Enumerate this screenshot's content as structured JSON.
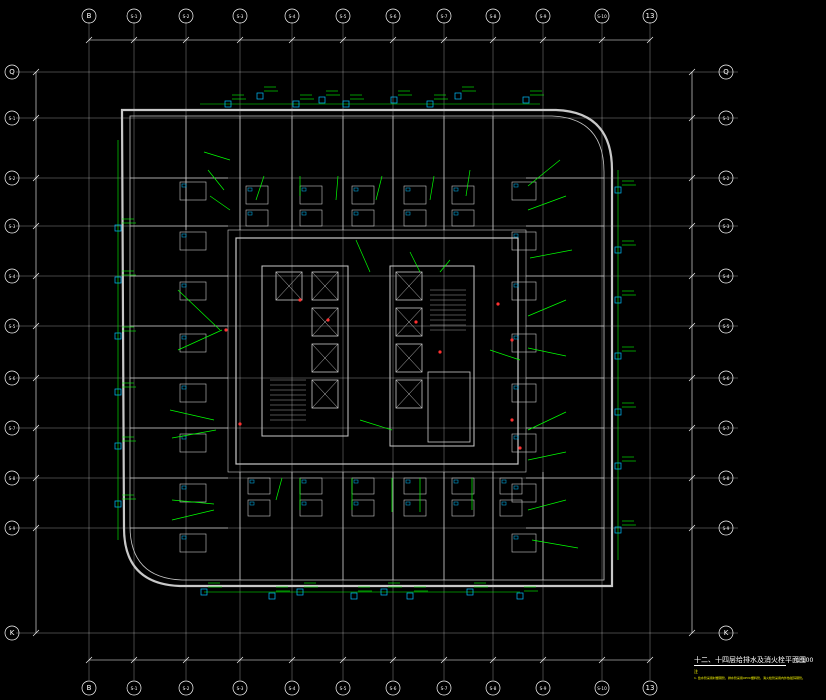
{
  "drawing": {
    "title": "十二、十四层给排水及消火栓平面图",
    "scale": "1:100",
    "note_heading": "注",
    "note_text": "1. 给水管采用衬塑钢管，排水管采用UPVC塑料管，消火栓管采用内外热镀锌钢管。"
  },
  "grid": {
    "top_labels": [
      "B",
      "S-1",
      "S-2",
      "S-3",
      "S-4",
      "S-5",
      "S-6",
      "S-7",
      "S-8",
      "S-9",
      "S-10",
      "13"
    ],
    "bottom_labels": [
      "B",
      "S-1",
      "S-2",
      "S-3",
      "S-4",
      "S-5",
      "S-6",
      "S-7",
      "S-8",
      "S-9",
      "S-10",
      "13"
    ],
    "left_labels": [
      "Q",
      "S-1",
      "S-2",
      "S-3",
      "S-4",
      "S-5",
      "S-6",
      "S-7",
      "S-8",
      "S-9",
      "K"
    ],
    "right_labels": [
      "Q",
      "S-1",
      "S-2",
      "S-3",
      "S-4",
      "S-5",
      "S-6",
      "S-7",
      "S-8",
      "S-9",
      "K"
    ]
  },
  "colors": {
    "background": "#000000",
    "wall": "#c8c8c8",
    "grid": "#ffffff",
    "pipe": "#00ff00",
    "fixture": "#00bfff",
    "riser": "#ff3030",
    "dimension": "#ffffff"
  }
}
